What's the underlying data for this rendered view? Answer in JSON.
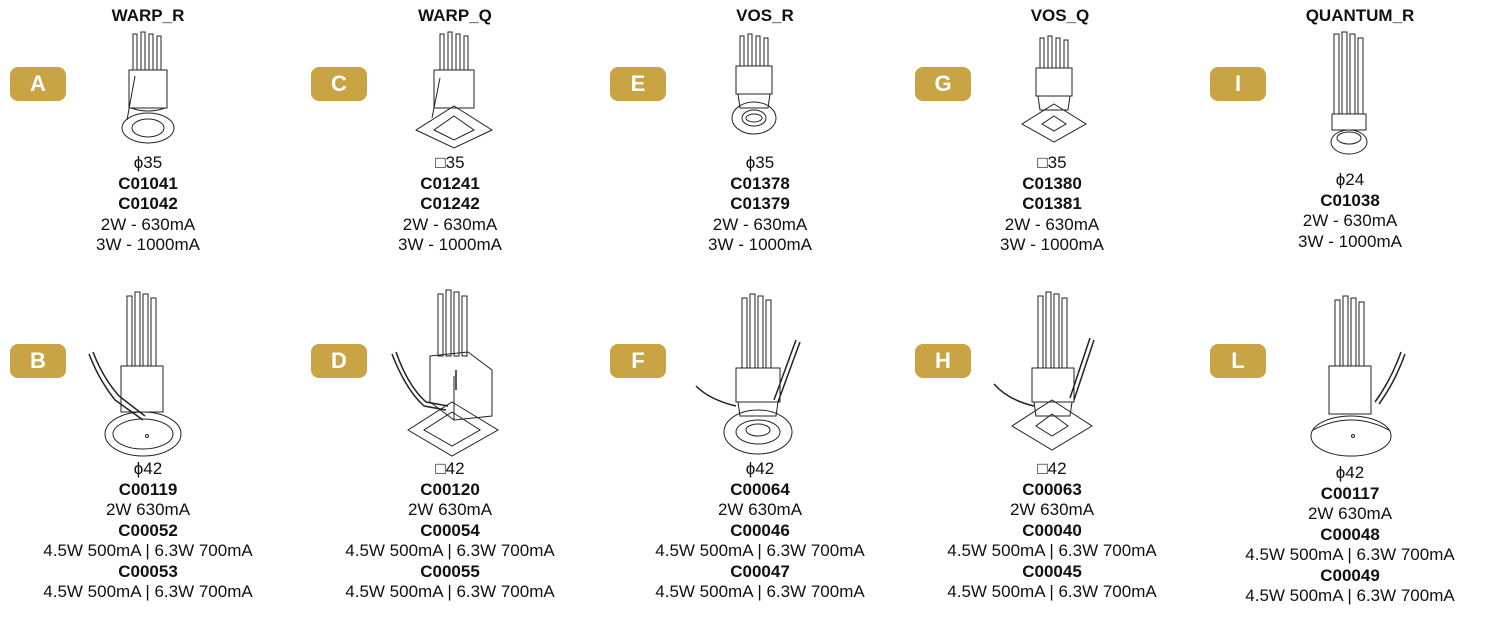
{
  "columns": [
    {
      "title": "WARP_R"
    },
    {
      "title": "WARP_Q"
    },
    {
      "title": "VOS_R"
    },
    {
      "title": "VOS_Q"
    },
    {
      "title": "QUANTUM_R"
    }
  ],
  "products": [
    {
      "badge": "A",
      "size": "ϕ35",
      "lines": [
        {
          "text": "C01041",
          "bold": true
        },
        {
          "text": "C01042",
          "bold": true
        },
        {
          "text": "2W - 630mA",
          "bold": false
        },
        {
          "text": "3W - 1000mA",
          "bold": false
        }
      ]
    },
    {
      "badge": "C",
      "size": "□35",
      "lines": [
        {
          "text": "C01241",
          "bold": true
        },
        {
          "text": "C01242",
          "bold": true
        },
        {
          "text": "2W - 630mA",
          "bold": false
        },
        {
          "text": "3W - 1000mA",
          "bold": false
        }
      ]
    },
    {
      "badge": "E",
      "size": "ϕ35",
      "lines": [
        {
          "text": "C01378",
          "bold": true
        },
        {
          "text": "C01379",
          "bold": true
        },
        {
          "text": "2W - 630mA",
          "bold": false
        },
        {
          "text": "3W - 1000mA",
          "bold": false
        }
      ]
    },
    {
      "badge": "G",
      "size": "□35",
      "lines": [
        {
          "text": "C01380",
          "bold": true
        },
        {
          "text": "C01381",
          "bold": true
        },
        {
          "text": "2W - 630mA",
          "bold": false
        },
        {
          "text": "3W - 1000mA",
          "bold": false
        }
      ]
    },
    {
      "badge": "I",
      "size": "ϕ24",
      "lines": [
        {
          "text": "C01038",
          "bold": true
        },
        {
          "text": "2W - 630mA",
          "bold": false
        },
        {
          "text": "3W - 1000mA",
          "bold": false
        }
      ]
    },
    {
      "badge": "B",
      "size": "ϕ42",
      "lines": [
        {
          "text": "C00119",
          "bold": true
        },
        {
          "text": "2W 630mA",
          "bold": false
        },
        {
          "text": "C00052",
          "bold": true
        },
        {
          "text": "4.5W 500mA | 6.3W 700mA",
          "bold": false
        },
        {
          "text": "C00053",
          "bold": true
        },
        {
          "text": "4.5W 500mA | 6.3W 700mA",
          "bold": false
        }
      ]
    },
    {
      "badge": "D",
      "size": "□42",
      "lines": [
        {
          "text": "C00120",
          "bold": true
        },
        {
          "text": "2W 630mA",
          "bold": false
        },
        {
          "text": "C00054",
          "bold": true
        },
        {
          "text": "4.5W 500mA | 6.3W 700mA",
          "bold": false
        },
        {
          "text": "C00055",
          "bold": true
        },
        {
          "text": "4.5W 500mA | 6.3W 700mA",
          "bold": false
        }
      ]
    },
    {
      "badge": "F",
      "size": "ϕ42",
      "lines": [
        {
          "text": "C00064",
          "bold": true
        },
        {
          "text": "2W 630mA",
          "bold": false
        },
        {
          "text": "C00046",
          "bold": true
        },
        {
          "text": "4.5W 500mA | 6.3W 700mA",
          "bold": false
        },
        {
          "text": "C00047",
          "bold": true
        },
        {
          "text": "4.5W 500mA | 6.3W 700mA",
          "bold": false
        }
      ]
    },
    {
      "badge": "H",
      "size": "□42",
      "lines": [
        {
          "text": "C00063",
          "bold": true
        },
        {
          "text": "2W 630mA",
          "bold": false
        },
        {
          "text": "C00040",
          "bold": true
        },
        {
          "text": "4.5W 500mA | 6.3W 700mA",
          "bold": false
        },
        {
          "text": "C00045",
          "bold": true
        },
        {
          "text": "4.5W 500mA | 6.3W 700mA",
          "bold": false
        }
      ]
    },
    {
      "badge": "L",
      "size": "ϕ42",
      "lines": [
        {
          "text": "C00117",
          "bold": true
        },
        {
          "text": "2W 630mA",
          "bold": false
        },
        {
          "text": "C00048",
          "bold": true
        },
        {
          "text": "4.5W 500mA | 6.3W 700mA",
          "bold": false
        },
        {
          "text": "C00049",
          "bold": true
        },
        {
          "text": "4.5W 500mA | 6.3W 700mA",
          "bold": false
        }
      ]
    }
  ],
  "colors": {
    "badge": "#c9a445",
    "badge_text": "#ffffff",
    "text": "#111111"
  }
}
